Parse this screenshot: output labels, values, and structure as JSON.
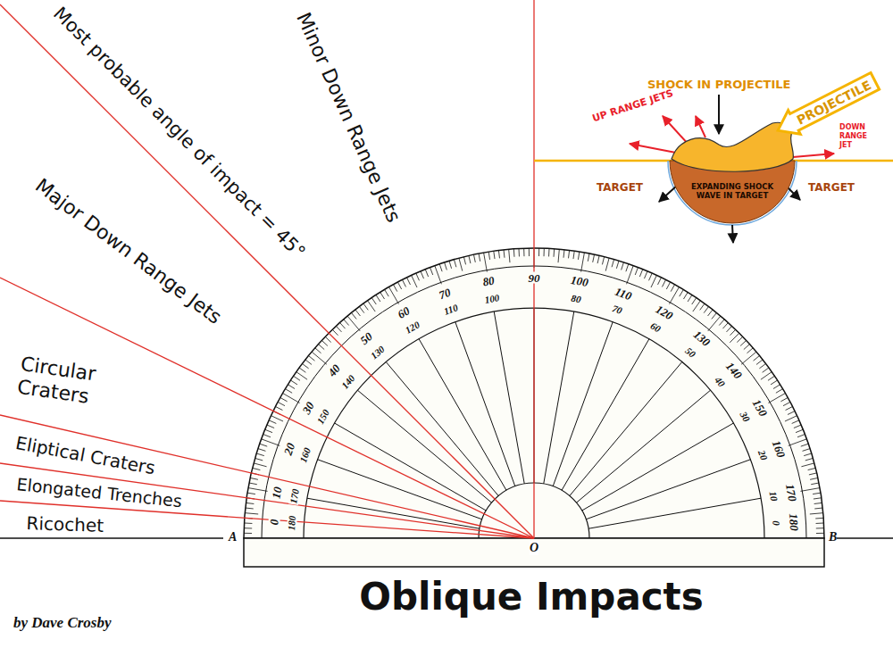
{
  "diagram": {
    "title": "Oblique Impacts",
    "nodes": [
      {
        "text": [
          "EXPANDING SHOCK WAVE IN TARGET"
        ]
      },
      {
        "text": [
          "PROJECTILE"
        ]
      }
    ],
    "labels": [
      "Minor Down Range Jets",
      "Most probable angle of impact = 45°",
      "Major Down Range Jets",
      "Circular Craters",
      "Eliptical Craters",
      "Elongated Trenches",
      "Ricochet",
      "SHOCK IN PROJECTILE",
      "UP RANGE JETS",
      "DOWN RANGE JET",
      "TARGET",
      "TARGET",
      "A",
      "O",
      "B",
      "by Dave Crosby",
      "0",
      "10",
      "20",
      "30",
      "40",
      "50",
      "60",
      "70",
      "80",
      "90",
      "100",
      "110",
      "120",
      "130",
      "140",
      "150",
      "160",
      "170",
      "180",
      "180",
      "170",
      "160",
      "150",
      "140",
      "130",
      "120",
      "110",
      "100",
      "80",
      "70",
      "60",
      "50",
      "40",
      "30",
      "20",
      "10",
      "0"
    ]
  }
}
